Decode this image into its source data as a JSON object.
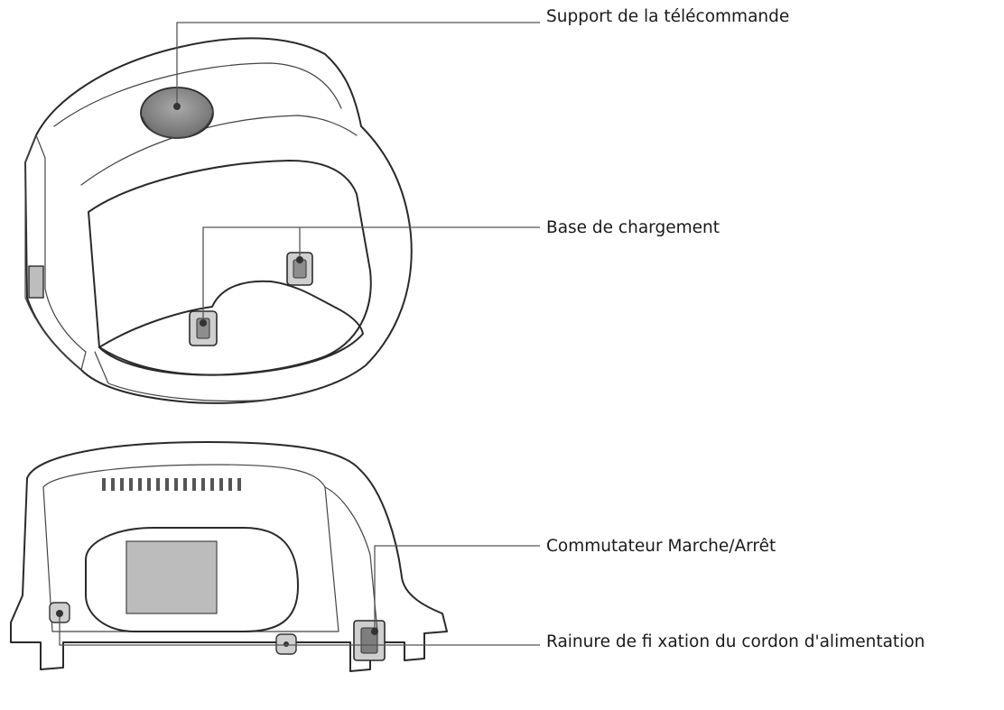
{
  "callouts": {
    "remote_holder": "Support de la télécommande",
    "charging_base": "Base de chargement",
    "power_switch": "Commutateur Marche/Arrêt",
    "cord_groove": "Rainure de fi xation du cordon d'alimentation"
  }
}
